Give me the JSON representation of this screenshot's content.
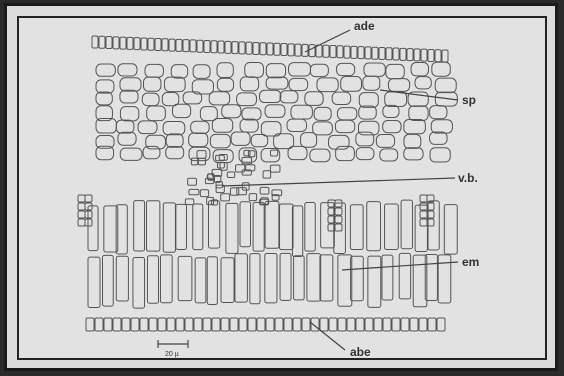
{
  "labels": {
    "ade": "ade",
    "sp": "sp",
    "vb": "v.b.",
    "em": "em",
    "abe": "abe"
  },
  "scale_bar": "20 µ"
}
